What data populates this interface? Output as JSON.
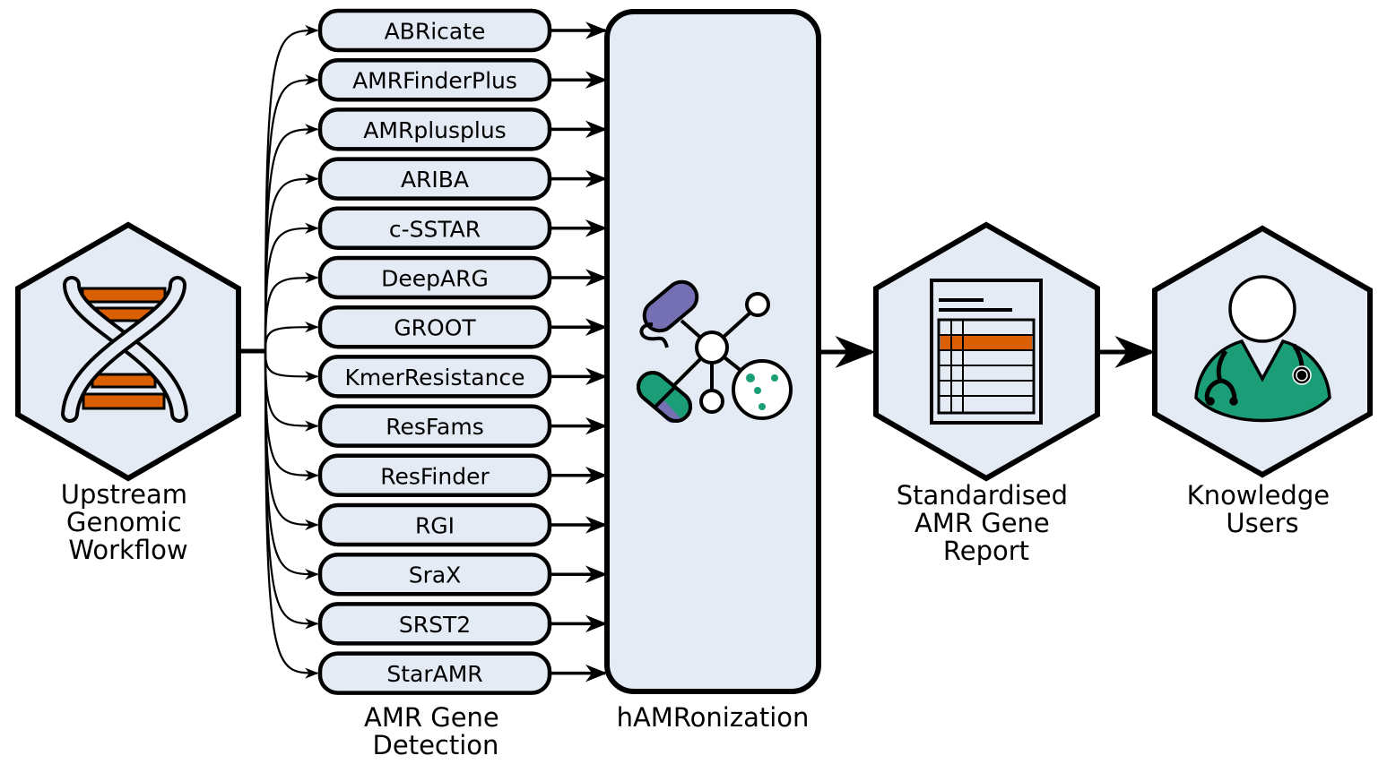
{
  "colors": {
    "box_fill": "#e4ebf5",
    "stroke": "#000000",
    "orange": "#d95f02",
    "purple": "#7570b3",
    "green": "#1b9e77"
  },
  "upstream": {
    "icon": "dna-icon",
    "caption": [
      "Upstream",
      "Genomic",
      "Workflow"
    ]
  },
  "detection": {
    "caption": [
      "AMR Gene",
      "Detection"
    ],
    "tools": [
      "ABRicate",
      "AMRFinderPlus",
      "AMRplusplus",
      "ARIBA",
      "c-SSTAR",
      "DeepARG",
      "GROOT",
      "KmerResistance",
      "ResFams",
      "ResFinder",
      "RGI",
      "SraX",
      "SRST2",
      "StarAMR"
    ]
  },
  "hamronization": {
    "icon": "network-bacteria-pill-petri-icon",
    "caption": "hAMRonization"
  },
  "report": {
    "icon": "report-document-icon",
    "caption": [
      "Standardised",
      "AMR Gene",
      "Report"
    ]
  },
  "users": {
    "icon": "doctor-icon",
    "caption": [
      "Knowledge",
      "Users"
    ]
  }
}
